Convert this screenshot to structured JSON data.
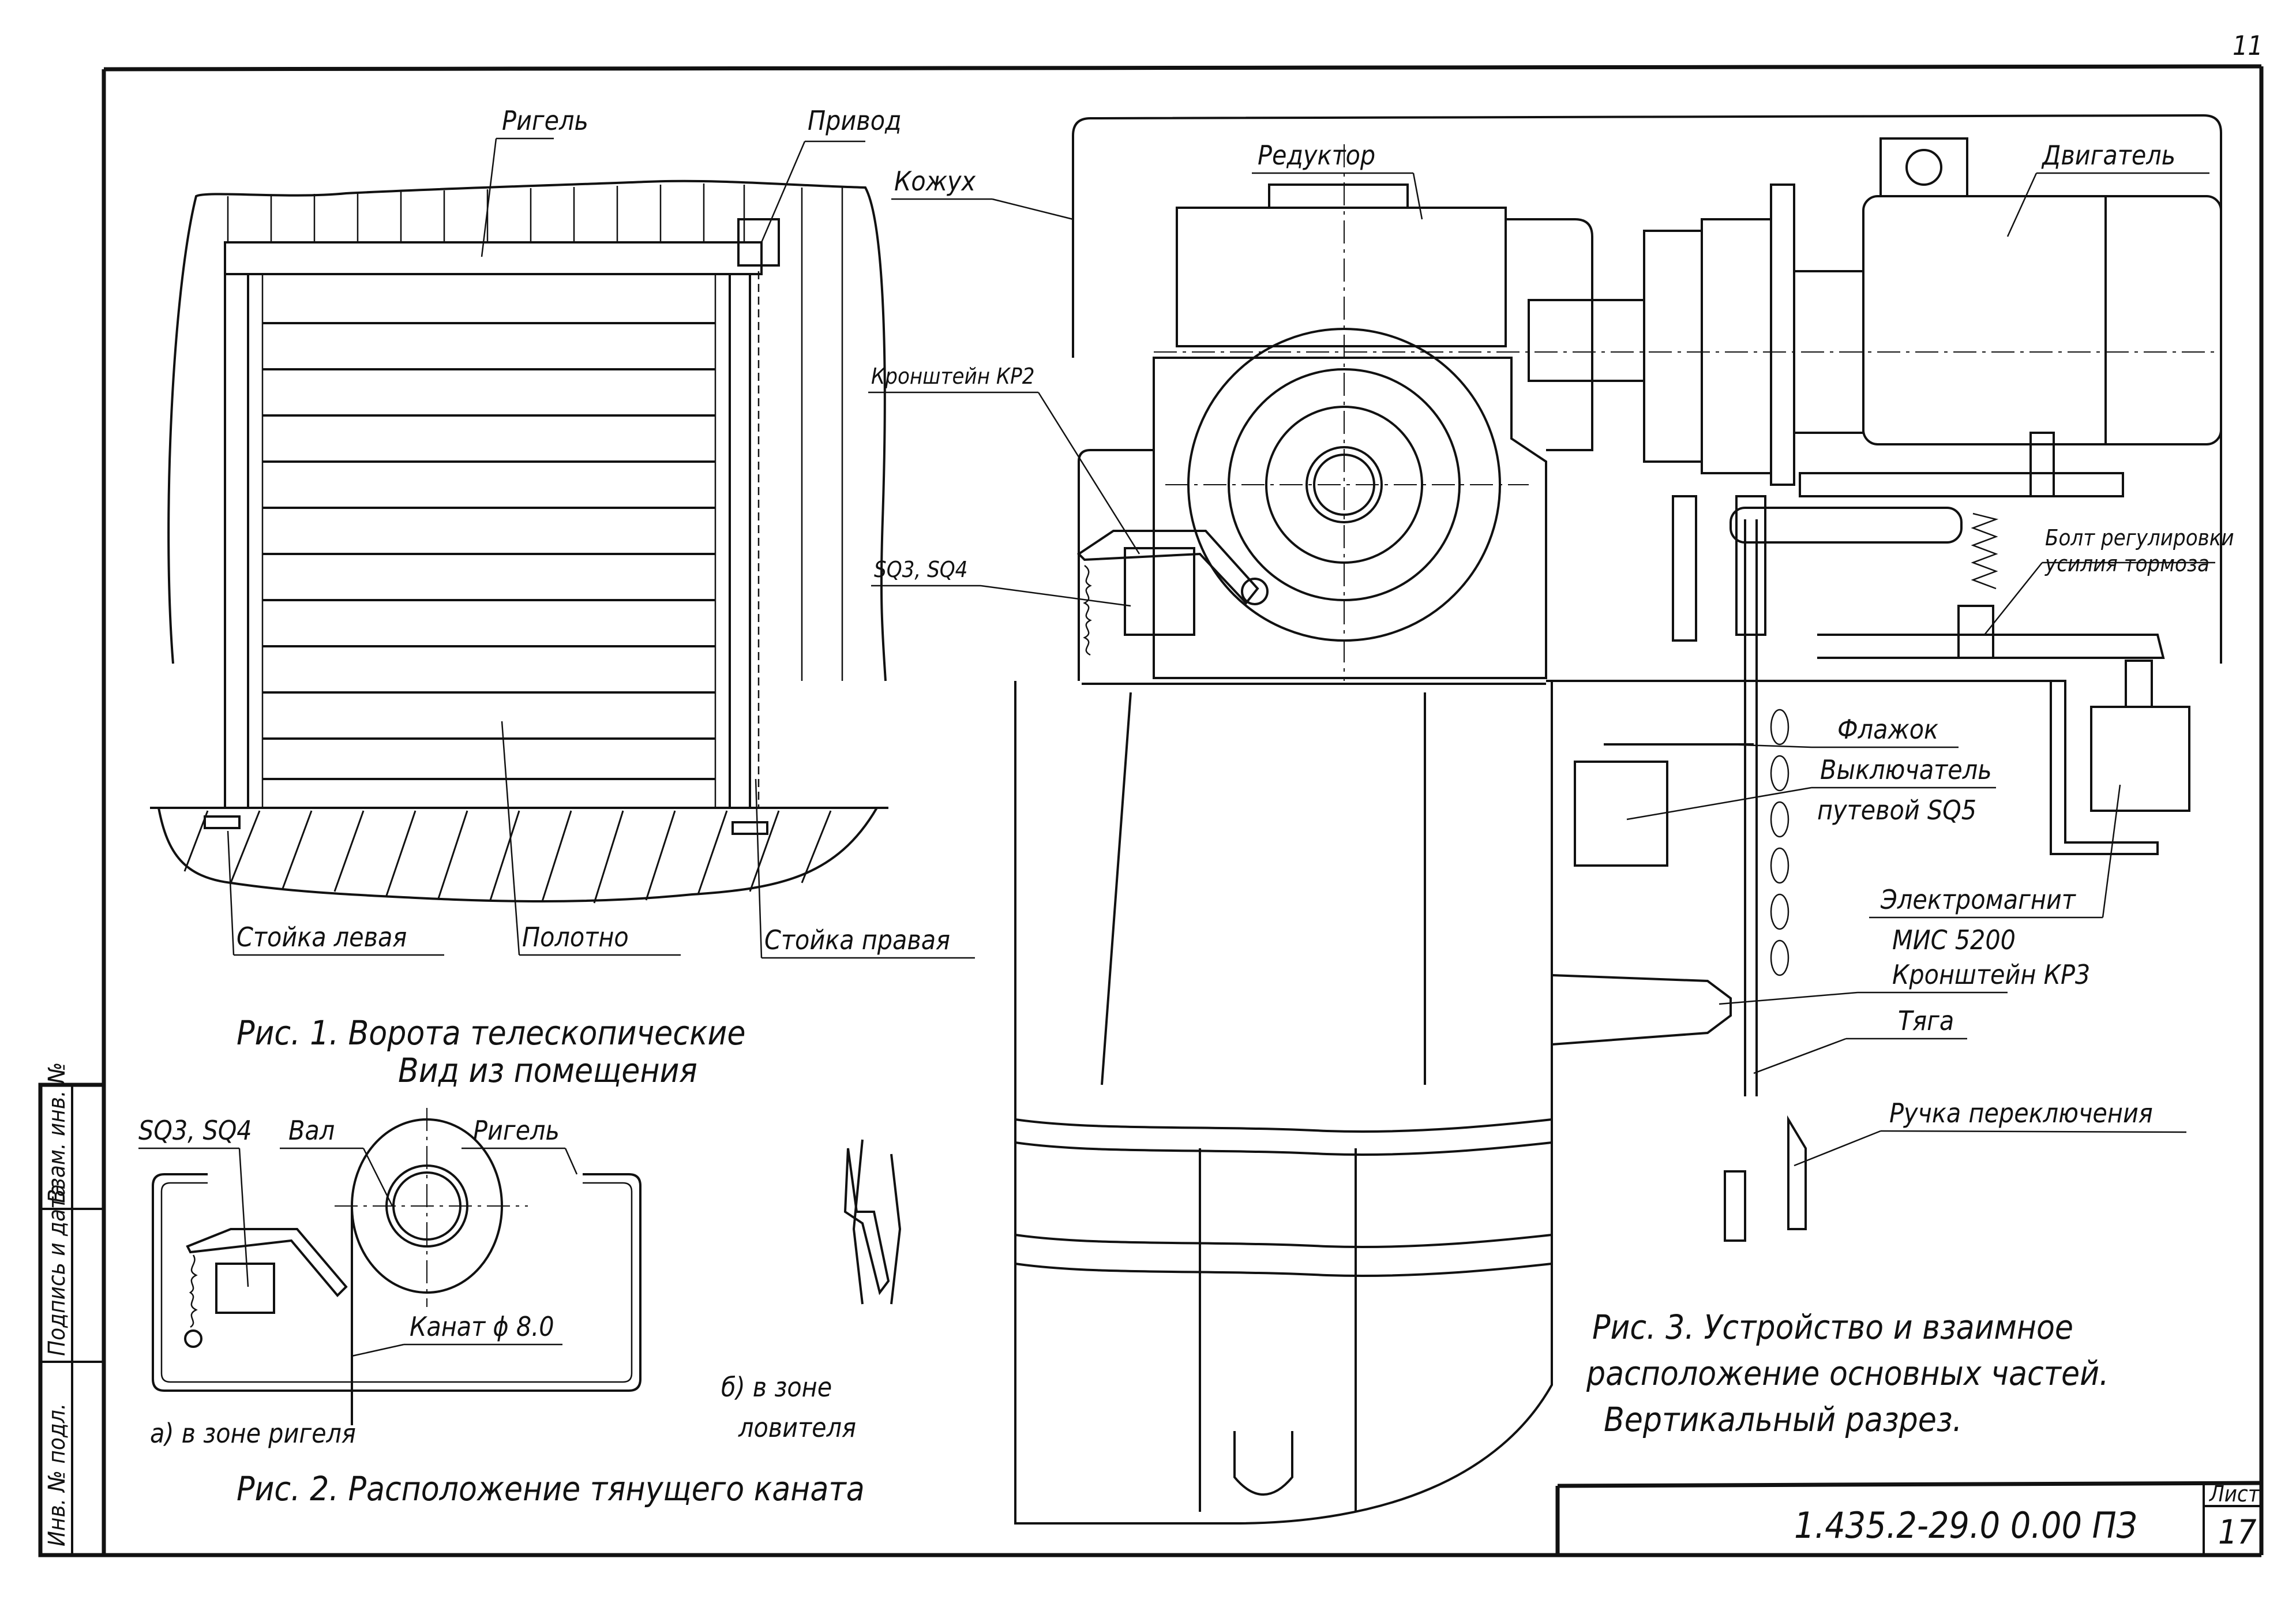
{
  "page_number": "11",
  "fig1": {
    "caption_line1": "Рис. 1.  Ворота  телескопические",
    "caption_line2": "Вид из помещения",
    "labels": {
      "rigel": "Ригель",
      "privod": "Привод",
      "stoika_left": "Стойка левая",
      "polotno": "Полотно",
      "stoika_right": "Стойка правая"
    }
  },
  "fig2": {
    "caption": "Рис. 2. Расположение  тянущего  каната",
    "sub_a": "а)  в  зоне  ригеля",
    "sub_b_line1": "б)  в  зоне",
    "sub_b_line2": "ловителя",
    "labels": {
      "sq": "SQ3, SQ4",
      "val": "Вал",
      "rigel": "Ригель",
      "kanat": "Канат  ϕ 8.0"
    }
  },
  "fig3": {
    "caption_line1": "Рис. 3. Устройство  и  взаимное",
    "caption_line2": "расположение  основных  частей.",
    "caption_line3": "Вертикальный   разрез.",
    "labels": {
      "kozhukh": "Кожух",
      "reduktor": "Редуктор",
      "dvigatel": "Двигатель",
      "kronshtein_kr2": "Кронштейн КР2",
      "sq34": "SQ3, SQ4",
      "bolt_line1": "Болт регулировки",
      "bolt_line2": "усилия тормоза",
      "flazhok": "Флажок",
      "vykl_line1": "Выключатель",
      "vykl_line2": "путевой  SQ5",
      "elmag_line1": "Электромагнит",
      "elmag_line2": "МИС  5200",
      "kronshtein_kr3": "Кронштейн КР3",
      "tyaga": "Тяга",
      "ruchka": "Ручка  переключения"
    }
  },
  "stamp_column": {
    "cells": [
      "Взам. инв. №",
      "Подпись и дата",
      "Инв. № подл."
    ]
  },
  "title_block": {
    "code": "1.435.2-29.0    0.00 ПЗ",
    "sheet_label": "Лист",
    "sheet_number": "17"
  }
}
